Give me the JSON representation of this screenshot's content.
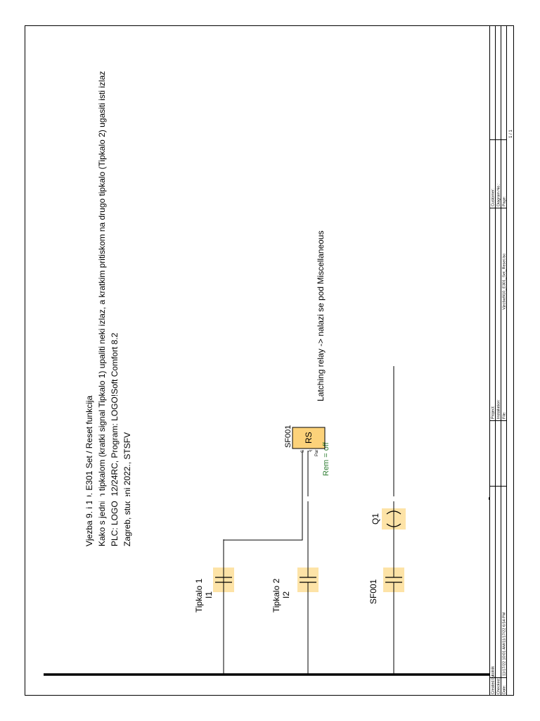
{
  "header_lines": [
    "Vjezba 9. i 10. E301 Set / Reset funkcija",
    "Kako s jednim tipkalom (kratki signal Tipkalo 1) upaliti neki izlaz, a kratkim pritiskom na drugo tipkalo (Tipkalo 2) ugasiti isti izlaz",
    "PLC: LOGO! 12/24RC, Program: LOGO!Soft Comfort 8.2",
    "Zagreb, studeni 2022., STSFV"
  ],
  "note": "Latching relay -> nalazi se pod Miscellaneous",
  "contacts": {
    "tipkalo1": {
      "name": "Tipkalo 1",
      "address": "I1"
    },
    "tipkalo2": {
      "name": "Tipkalo 2",
      "address": "I2"
    },
    "sf001": {
      "name": "SF001"
    }
  },
  "coil": {
    "name": "Q1"
  },
  "rs_block": {
    "id": "SF001",
    "label": "RS",
    "pin_s": "S",
    "pin_r": "R",
    "pin_par": "Par",
    "rem": "Rem = off"
  },
  "title_block": {
    "created_by_label": "Created by:",
    "created_by_value": "kolnik",
    "checked_label": "Checked:",
    "date_label": "Date:",
    "date_value": "11/17/22 10:01 AM/11/17/22 6:54 PM",
    "project_label": "Project:",
    "installation_label": "Installation:",
    "file_label": "File:",
    "file_value": "Vjezba9i10_E301_Set_Reset.lsc",
    "customer_label": "Customer:",
    "diagram_no_label": "Diagram No.:",
    "page_label": "Page:",
    "page_value": "1 / 1"
  },
  "colors": {
    "element_fill": "#fde3a7",
    "rs_fill": "#fcd27a",
    "rem_text": "#2e7d32"
  }
}
